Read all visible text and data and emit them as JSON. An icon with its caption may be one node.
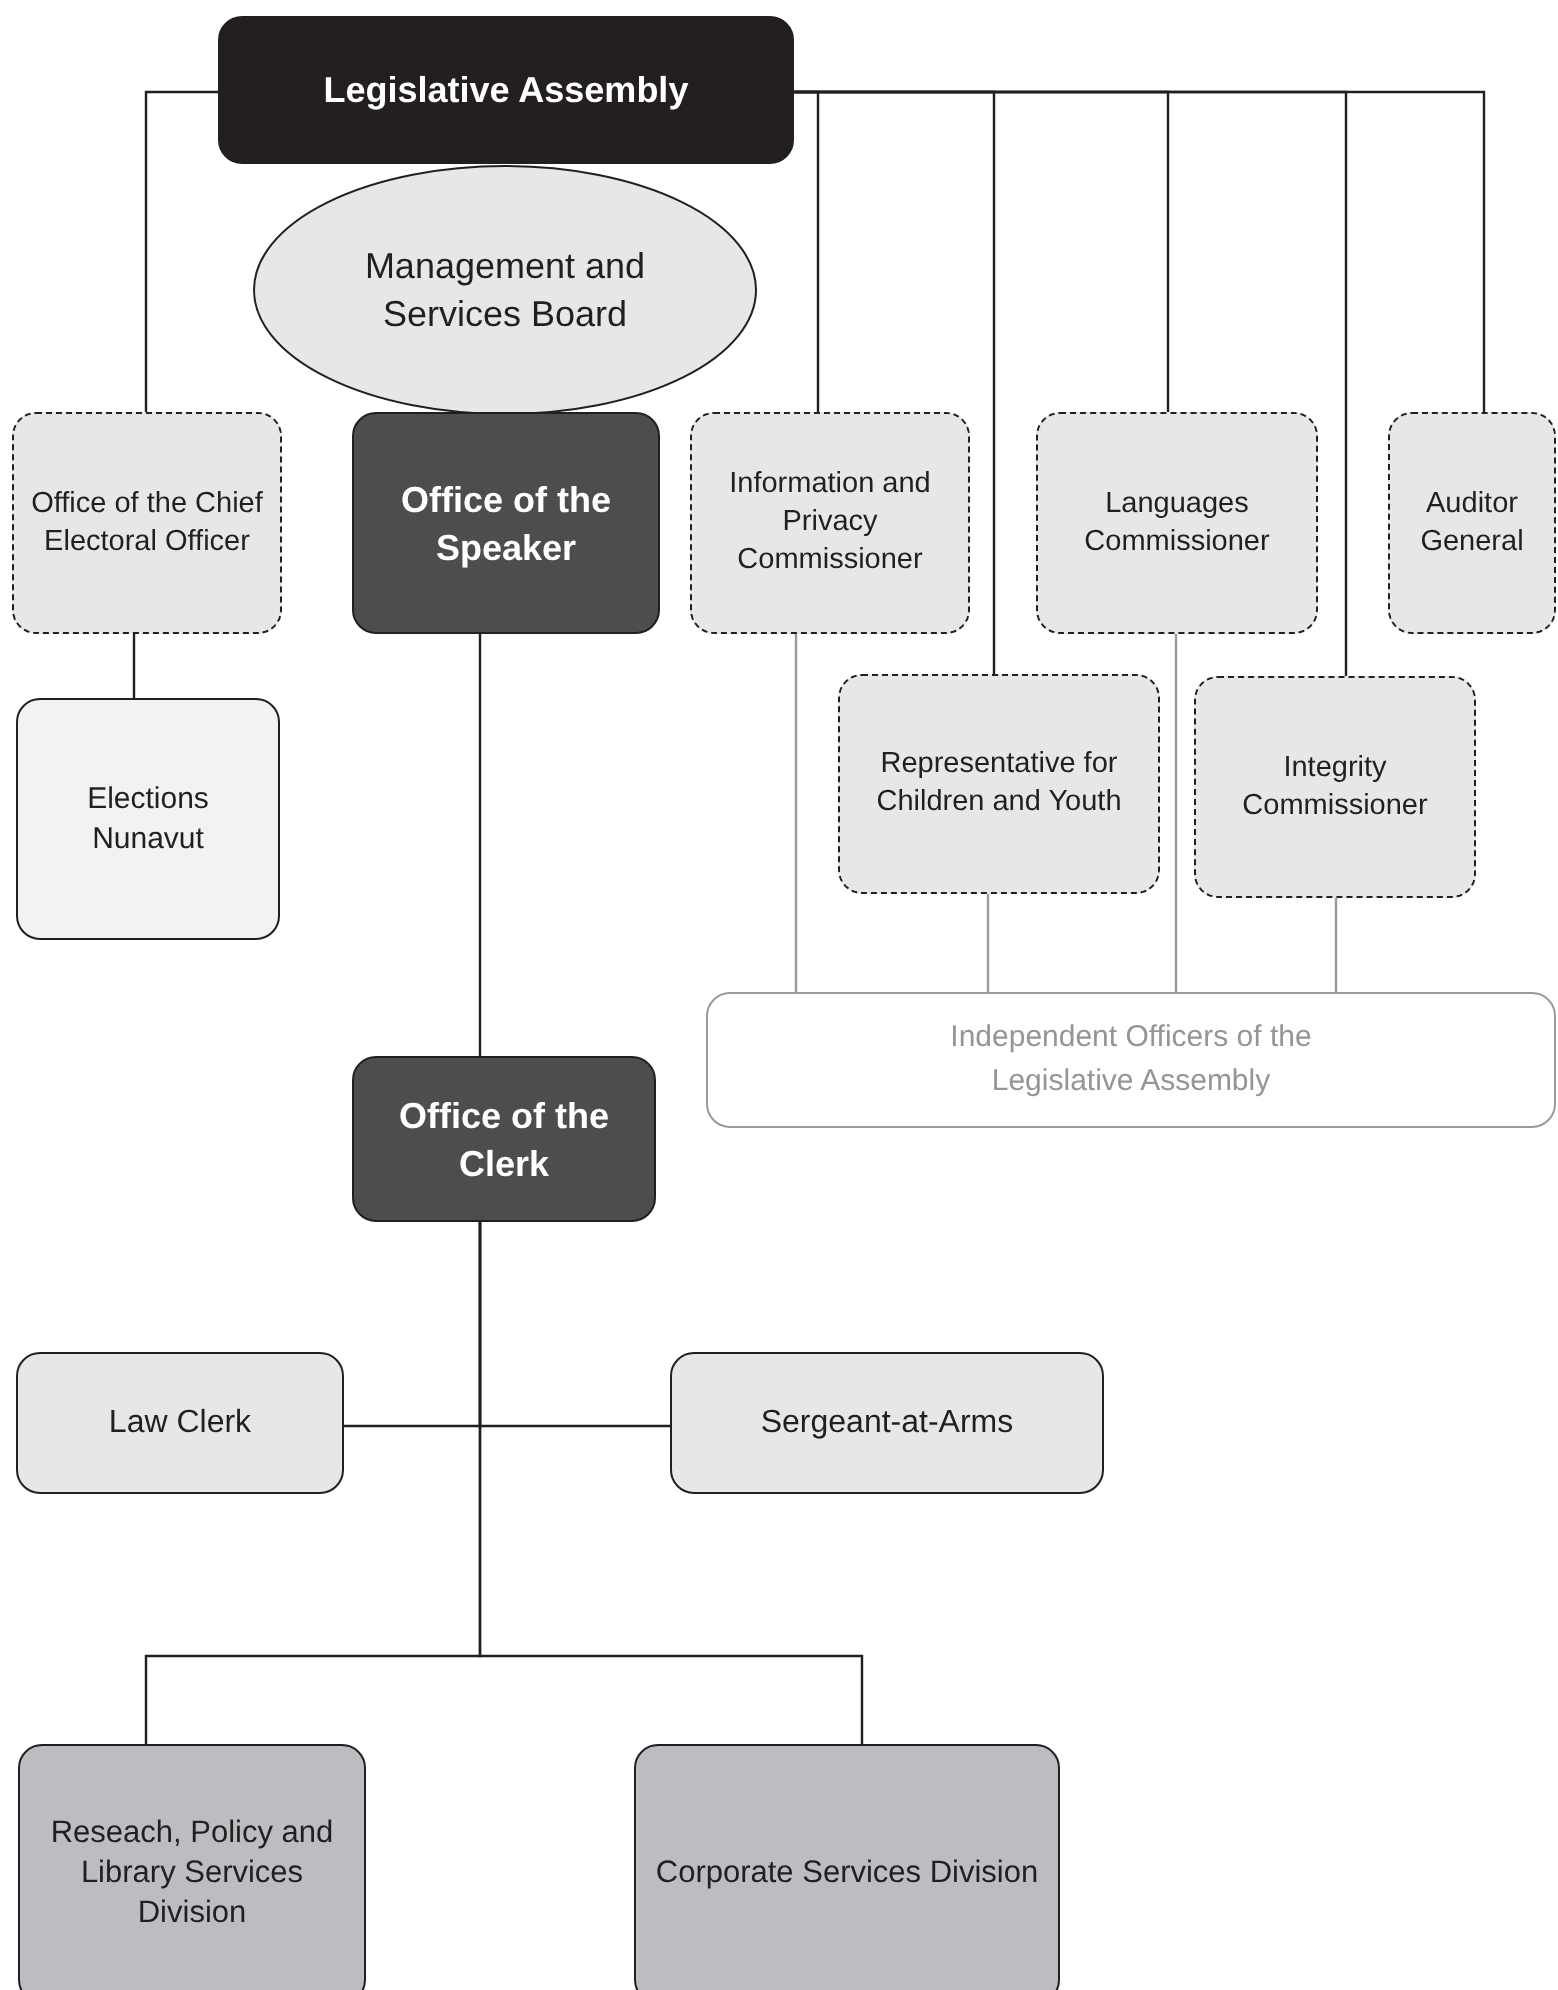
{
  "diagram": {
    "nodes": [
      {
        "text": [
          "Legislative Assembly"
        ]
      },
      {
        "text": [
          "Management and Services Board"
        ]
      },
      {
        "text": [
          "Office of the Chief Electoral Officer"
        ]
      },
      {
        "text": [
          "Office of the Speaker"
        ]
      },
      {
        "text": [
          "Information and Privacy Commissioner"
        ]
      },
      {
        "text": [
          "Languages Commissioner"
        ]
      },
      {
        "text": [
          "Auditor General"
        ]
      },
      {
        "text": [
          "Elections Nunavut"
        ]
      },
      {
        "text": [
          "Representative for Children and Youth"
        ]
      },
      {
        "text": [
          "Integrity Commissioner"
        ]
      },
      {
        "text": [
          "Independent Officers of the Legislative Assembly"
        ]
      },
      {
        "text": [
          "Office of the Clerk"
        ]
      },
      {
        "text": [
          "Law Clerk"
        ]
      },
      {
        "text": [
          "Sergeant-at-Arms"
        ]
      },
      {
        "text": [
          "Reseach, Policy and Library Services Division"
        ]
      },
      {
        "text": [
          "Corporate Services Division"
        ]
      }
    ],
    "edges": [
      {
        "from": 0,
        "to": 2,
        "arrow": "none"
      },
      {
        "from": 0,
        "to": 4,
        "arrow": "none"
      },
      {
        "from": 0,
        "to": 8,
        "arrow": "none"
      },
      {
        "from": 0,
        "to": 5,
        "arrow": "none"
      },
      {
        "from": 0,
        "to": 9,
        "arrow": "none"
      },
      {
        "from": 0,
        "to": 6,
        "arrow": "none"
      },
      {
        "from": 2,
        "to": 7,
        "arrow": "none"
      },
      {
        "from": 3,
        "to": 11,
        "arrow": "none"
      },
      {
        "from": 4,
        "to": 10,
        "arrow": "none",
        "color": "#9a9a9a"
      },
      {
        "from": 8,
        "to": 10,
        "arrow": "none",
        "color": "#9a9a9a"
      },
      {
        "from": 5,
        "to": 10,
        "arrow": "none",
        "color": "#9a9a9a"
      },
      {
        "from": 9,
        "to": 10,
        "arrow": "none",
        "color": "#9a9a9a"
      },
      {
        "from": 11,
        "to": 12,
        "arrow": "none"
      },
      {
        "from": 11,
        "to": 13,
        "arrow": "none"
      },
      {
        "from": 11,
        "to": 14,
        "arrow": "none"
      },
      {
        "from": 11,
        "to": 15,
        "arrow": "none"
      }
    ]
  }
}
